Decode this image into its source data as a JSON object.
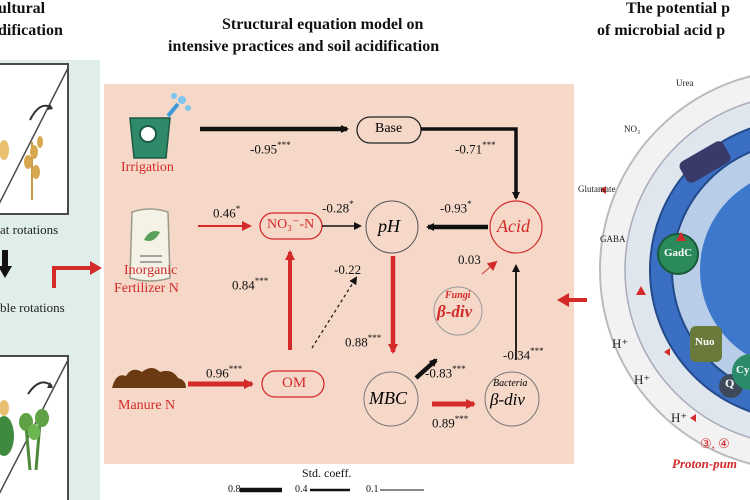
{
  "header": {
    "center_title_line1": "Structural equation model on",
    "center_title_line2": "intensive practices and soil acidification",
    "left_title_line1": "ultural",
    "left_title_line2": "dification",
    "right_title_line1": "The potential p",
    "right_title_line2": "of microbial acid p"
  },
  "left_panel": {
    "label1": "at rotations",
    "label2": "ble rotations"
  },
  "nodes": {
    "irrigation": "Irrigation",
    "fertilizer_line1": "Inorganic",
    "fertilizer_line2": "Fertilizer N",
    "manure": "Manure N",
    "base": "Base",
    "no3": "NO₃⁻-N",
    "ph": "pH",
    "acid": "Acid",
    "fungi_small": "Fungi",
    "fungi_beta": "β-div",
    "om": "OM",
    "mbc": "MBC",
    "bacteria_small": "Bacteria",
    "bacteria_beta": "β-div"
  },
  "coefficients": {
    "irr_base": "-0.95",
    "irr_base_sig": "***",
    "base_acid": "-0.71",
    "base_acid_sig": "***",
    "fert_no3": "0.46",
    "fert_no3_sig": "*",
    "no3_ph": "-0.28",
    "no3_ph_sig": "*",
    "acid_ph": "-0.93",
    "acid_ph_sig": "*",
    "om_no3": "0.84",
    "om_no3_sig": "***",
    "om_ph": "-0.22",
    "fungi_acid": "0.03",
    "ph_mbc": "0.88",
    "ph_mbc_sig": "***",
    "manure_om": "0.96",
    "manure_om_sig": "***",
    "mbc_fungi": "-0.83",
    "mbc_fungi_sig": "***",
    "bact_acid": "-0.34",
    "bact_acid_sig": "***",
    "mbc_bact": "0.89",
    "mbc_bact_sig": "***"
  },
  "legend": {
    "title": "Std. coeff.",
    "v1": "0.8",
    "v2": "0.4",
    "v3": "0.1"
  },
  "right_panel": {
    "urea": "Urea",
    "no3": "NO₃",
    "glutamate": "Glutamate",
    "gaba": "GABA",
    "h1": "H⁺",
    "h2": "H⁺",
    "h3": "H⁺",
    "gadc": "GadC",
    "nuo": "Nuo",
    "q": "Q",
    "cy": "Cy",
    "steps": "③, ④",
    "proton": "Proton-pum"
  },
  "colors": {
    "red": "#d42a2a",
    "dark": "#111111",
    "center_bg": "#f5d8c8",
    "left_bg": "#dfeeea"
  }
}
